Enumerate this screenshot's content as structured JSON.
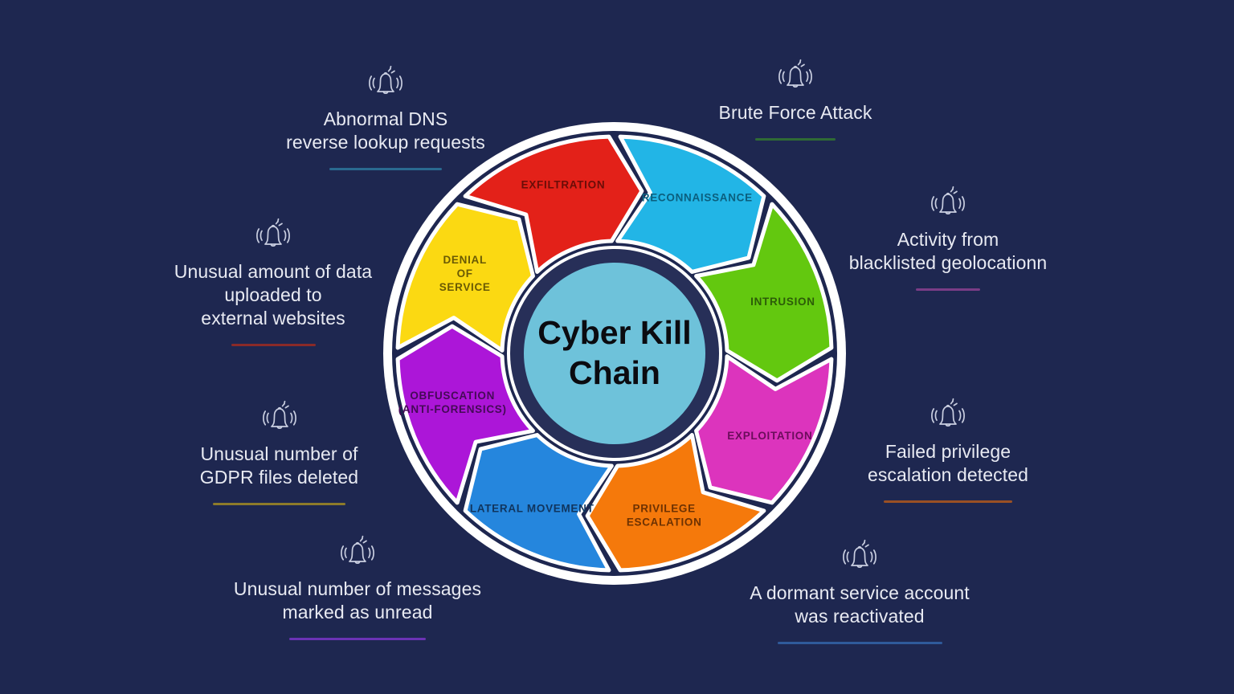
{
  "background_color": "#1e2750",
  "wheel": {
    "hub": {
      "title_line1": "Cyber Kill",
      "title_line2": "Chain",
      "fill_color": "#6ec2da",
      "ring_color": "#272f58",
      "text_color": "#0b0b10"
    },
    "outer_ring_color": "#ffffff",
    "segments": [
      {
        "id": "reconnaissance",
        "label": "RECONNAISSANCE",
        "color": "#22b5e6",
        "label_color": "#0b5f7e",
        "icon": "binoculars-icon"
      },
      {
        "id": "intrusion",
        "label": "INTRUSION",
        "color": "#63c80f",
        "label_color": "#2c5c08",
        "icon": "bullets-icon"
      },
      {
        "id": "exploitation",
        "label": "EXPLOITATION",
        "color": "#dc34bd",
        "label_color": "#6b0d5b",
        "icon": "key-person-icon"
      },
      {
        "id": "privilege-escalation",
        "label": "PRIVILEGE\nESCALATION",
        "color": "#f5790b",
        "label_color": "#6e3202",
        "icon": "key-icon"
      },
      {
        "id": "lateral-movement",
        "label": "LATERAL MOVEMENT",
        "color": "#2586dd",
        "label_color": "#10355e",
        "icon": "arrows-icon"
      },
      {
        "id": "obfuscation",
        "label": "OBFUSCATION\n(ANTI-FORENSICS)",
        "color": "#ac16d8",
        "label_color": "#450a57",
        "icon": "mask-icon"
      },
      {
        "id": "denial-of-service",
        "label": "DENIAL\nOF\nSERVICE",
        "color": "#fbd912",
        "label_color": "#6a5a04",
        "icon": "traffic-light-icon"
      },
      {
        "id": "exfiltration",
        "label": "EXFILTRATION",
        "color": "#e32119",
        "label_color": "#6a0d08",
        "icon": "data-transfer-icon"
      }
    ]
  },
  "callouts": [
    {
      "id": "abnormal-dns",
      "icon": "alert-bell-icon",
      "text": "Abnormal DNS\nreverse lookup requests",
      "rule_color": "#2a6a90",
      "rule_width": 140
    },
    {
      "id": "brute-force-attack",
      "icon": "alert-bell-icon",
      "text": "Brute Force Attack",
      "rule_color": "#2f6b35",
      "rule_width": 100
    },
    {
      "id": "unusual-data-upload",
      "icon": "alert-bell-icon",
      "text": "Unusual amount of data\nuploaded to\nexternal websites",
      "rule_color": "#8a2a28",
      "rule_width": 105
    },
    {
      "id": "blacklisted-geolocation",
      "icon": "alert-bell-icon",
      "text": "Activity from\nblacklisted geolocationn",
      "rule_color": "#7a3c86",
      "rule_width": 80
    },
    {
      "id": "gdpr-files-deleted",
      "icon": "alert-bell-icon",
      "text": "Unusual number of\nGDPR files deleted",
      "rule_color": "#8d7a2a",
      "rule_width": 165
    },
    {
      "id": "failed-privilege-escalation",
      "icon": "alert-bell-icon",
      "text": "Failed privilege\nescalation detected",
      "rule_color": "#9a5024",
      "rule_width": 160
    },
    {
      "id": "messages-marked-unread",
      "icon": "alert-bell-icon",
      "text": "Unusual number of messages\nmarked as unread",
      "rule_color": "#6b33b5",
      "rule_width": 170
    },
    {
      "id": "dormant-account-reactivated",
      "icon": "alert-bell-icon",
      "text": "A dormant service account\nwas reactivated",
      "rule_color": "#2f5a9a",
      "rule_width": 205
    }
  ]
}
